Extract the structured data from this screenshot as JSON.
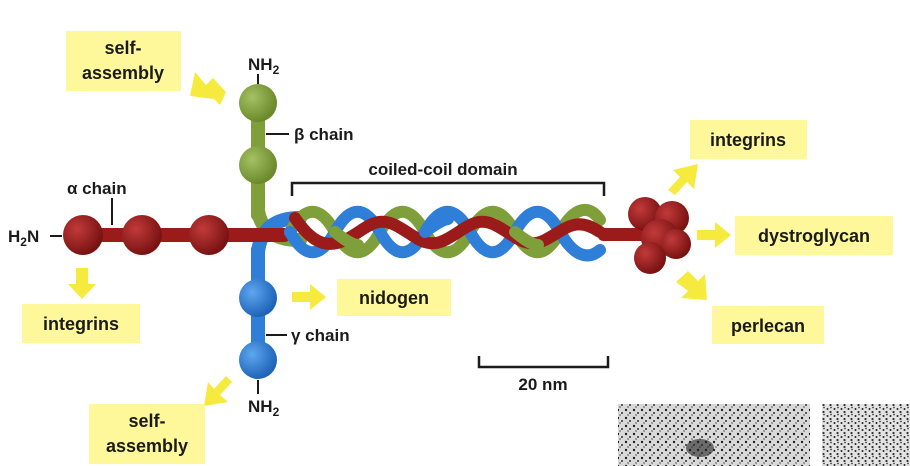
{
  "colors": {
    "alpha": "#9b1b1b",
    "beta": "#7f9f3a",
    "gamma": "#2f7ed8",
    "label_box": "#fff89a",
    "arrow": "#f6ea3f",
    "text": "#1b1b1b"
  },
  "termini": {
    "alpha_n": "H2N",
    "beta_n": "NH2",
    "gamma_n": "NH2"
  },
  "chains": {
    "alpha": "α chain",
    "beta": "β chain",
    "gamma": "γ chain"
  },
  "domain_label": "coiled-coil domain",
  "scale_bar": "20 nm",
  "interaction_boxes": {
    "self_assembly_top": [
      "self-",
      "assembly"
    ],
    "integrins_left": "integrins",
    "nidogen": "nidogen",
    "self_assembly_bottom": [
      "self-",
      "assembly"
    ],
    "integrins_right": "integrins",
    "dystroglycan": "dystroglycan",
    "perlecan": "perlecan"
  },
  "micrographs": [
    "micrograph-1",
    "micrograph-2"
  ]
}
